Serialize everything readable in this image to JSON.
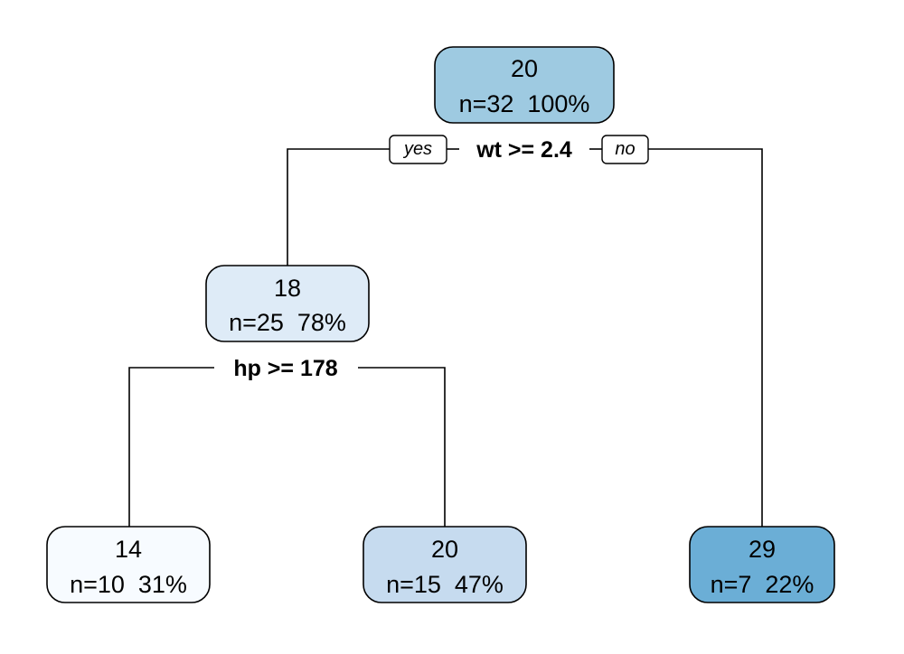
{
  "tree": {
    "nodes": {
      "root": {
        "value": "20",
        "stats": "n=32  100%",
        "color": "#9ECAE1"
      },
      "left": {
        "value": "18",
        "stats": "n=25  78%",
        "color": "#DEEBF7"
      },
      "left_left": {
        "value": "14",
        "stats": "n=10  31%",
        "color": "#F7FBFF"
      },
      "left_right": {
        "value": "20",
        "stats": "n=15  47%",
        "color": "#C6DBEF"
      },
      "right": {
        "value": "29",
        "stats": "n=7  22%",
        "color": "#6BAED6"
      }
    },
    "splits": {
      "root": "wt >= 2.4",
      "left": "hp >= 178"
    },
    "branch_labels": {
      "yes": "yes",
      "no": "no"
    }
  }
}
